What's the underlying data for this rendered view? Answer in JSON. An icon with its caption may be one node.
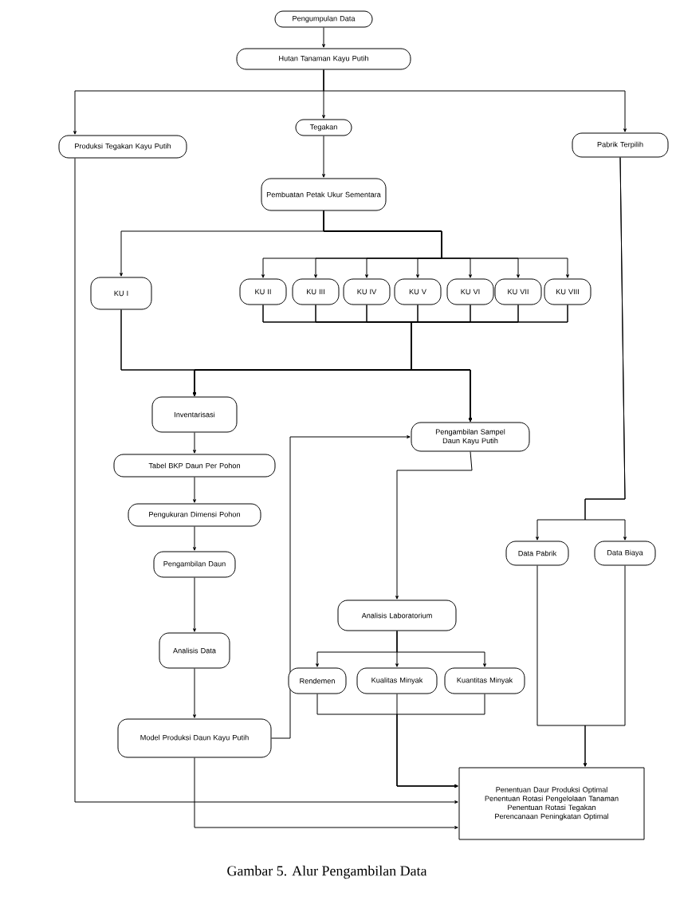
{
  "diagram": {
    "caption": "Gambar 5.  Alur Pengambilan Data",
    "nodes": [
      {
        "text": [
          "Pengumpulan Data"
        ]
      },
      {
        "text": [
          "Hutan Tanaman Kayu Putih"
        ]
      },
      {
        "text": [
          "Produksi Tegakan Kayu Putih"
        ]
      },
      {
        "text": [
          "Tegakan"
        ]
      },
      {
        "text": [
          "Pabrik Terpilih"
        ]
      },
      {
        "text": [
          "Pembuatan Petak Ukur Sementara"
        ]
      },
      {
        "text": [
          "KU I"
        ]
      },
      {
        "text": [
          "KU II"
        ]
      },
      {
        "text": [
          "KU III"
        ]
      },
      {
        "text": [
          "KU IV"
        ]
      },
      {
        "text": [
          "KU V"
        ]
      },
      {
        "text": [
          "KU VI"
        ]
      },
      {
        "text": [
          "KU VII"
        ]
      },
      {
        "text": [
          "KU VIII"
        ]
      },
      {
        "text": [
          "Inventarisasi"
        ]
      },
      {
        "text": [
          "Tabel BKP Daun Per Pohon"
        ]
      },
      {
        "text": [
          "Pengukuran Dimensi Pohon"
        ]
      },
      {
        "text": [
          "Pengambilan Daun"
        ]
      },
      {
        "text": [
          "Analisis Data"
        ]
      },
      {
        "text": [
          "Model Produksi Daun Kayu Putih"
        ]
      },
      {
        "text": [
          "Pengambilan Sampel Daun Kayu Putih"
        ]
      },
      {
        "text": [
          "Analisis Laboratorium"
        ]
      },
      {
        "text": [
          "Rendemen"
        ]
      },
      {
        "text": [
          "Kualitas Minyak"
        ]
      },
      {
        "text": [
          "Kuantitas Minyak"
        ]
      },
      {
        "text": [
          "Data Pabrik"
        ]
      },
      {
        "text": [
          "Data Biaya"
        ]
      },
      {
        "text": [
          "Penentuan Daur Produksi Optimal",
          "Penentuan Rotasi Pengelolaan Tanaman",
          "Penentuan Rotasi Tegakan",
          "Perencanaan Peningkatan Optimal"
        ]
      }
    ],
    "edges": [
      {
        "from": 0,
        "to": 1,
        "arrow": "to"
      },
      {
        "from": 1,
        "to": 2,
        "arrow": "to"
      },
      {
        "from": 1,
        "to": 3,
        "arrow": "to"
      },
      {
        "from": 1,
        "to": 4,
        "arrow": "to"
      },
      {
        "from": 3,
        "to": 5,
        "arrow": "to"
      },
      {
        "from": 5,
        "to": 6,
        "arrow": "to"
      },
      {
        "from": 5,
        "to": 7,
        "arrow": "to"
      },
      {
        "from": 5,
        "to": 8,
        "arrow": "to"
      },
      {
        "from": 5,
        "to": 9,
        "arrow": "to"
      },
      {
        "from": 5,
        "to": 10,
        "arrow": "to"
      },
      {
        "from": 5,
        "to": 11,
        "arrow": "to"
      },
      {
        "from": 5,
        "to": 12,
        "arrow": "to"
      },
      {
        "from": 5,
        "to": 13,
        "arrow": "to"
      },
      {
        "from": 6,
        "to": 14,
        "arrow": "to"
      },
      {
        "from": 7,
        "to": 14,
        "arrow": "to"
      },
      {
        "from": 8,
        "to": 14,
        "arrow": "to"
      },
      {
        "from": 9,
        "to": 14,
        "arrow": "to"
      },
      {
        "from": 10,
        "to": 14,
        "arrow": "to"
      },
      {
        "from": 11,
        "to": 14,
        "arrow": "to"
      },
      {
        "from": 12,
        "to": 14,
        "arrow": "to"
      },
      {
        "from": 13,
        "to": 14,
        "arrow": "to"
      },
      {
        "from": 6,
        "to": 20,
        "arrow": "to"
      },
      {
        "from": 7,
        "to": 20,
        "arrow": "to"
      },
      {
        "from": 8,
        "to": 20,
        "arrow": "to"
      },
      {
        "from": 9,
        "to": 20,
        "arrow": "to"
      },
      {
        "from": 10,
        "to": 20,
        "arrow": "to"
      },
      {
        "from": 11,
        "to": 20,
        "arrow": "to"
      },
      {
        "from": 12,
        "to": 20,
        "arrow": "to"
      },
      {
        "from": 13,
        "to": 20,
        "arrow": "to"
      },
      {
        "from": 14,
        "to": 15,
        "arrow": "to"
      },
      {
        "from": 15,
        "to": 16,
        "arrow": "to"
      },
      {
        "from": 16,
        "to": 17,
        "arrow": "to"
      },
      {
        "from": 17,
        "to": 18,
        "arrow": "to"
      },
      {
        "from": 18,
        "to": 19,
        "arrow": "to"
      },
      {
        "from": 19,
        "to": 20,
        "arrow": "to"
      },
      {
        "from": 20,
        "to": 21,
        "arrow": "to"
      },
      {
        "from": 21,
        "to": 22,
        "arrow": "to"
      },
      {
        "from": 21,
        "to": 23,
        "arrow": "to"
      },
      {
        "from": 21,
        "to": 24,
        "arrow": "to"
      },
      {
        "from": 22,
        "to": 27,
        "arrow": "to"
      },
      {
        "from": 23,
        "to": 27,
        "arrow": "to"
      },
      {
        "from": 24,
        "to": 27,
        "arrow": "to"
      },
      {
        "from": 4,
        "to": 25,
        "arrow": "to"
      },
      {
        "from": 4,
        "to": 26,
        "arrow": "to"
      },
      {
        "from": 25,
        "to": 27,
        "arrow": "to"
      },
      {
        "from": 26,
        "to": 27,
        "arrow": "to"
      },
      {
        "from": 2,
        "to": 27,
        "arrow": "to"
      },
      {
        "from": 19,
        "to": 27,
        "arrow": "to"
      }
    ]
  }
}
